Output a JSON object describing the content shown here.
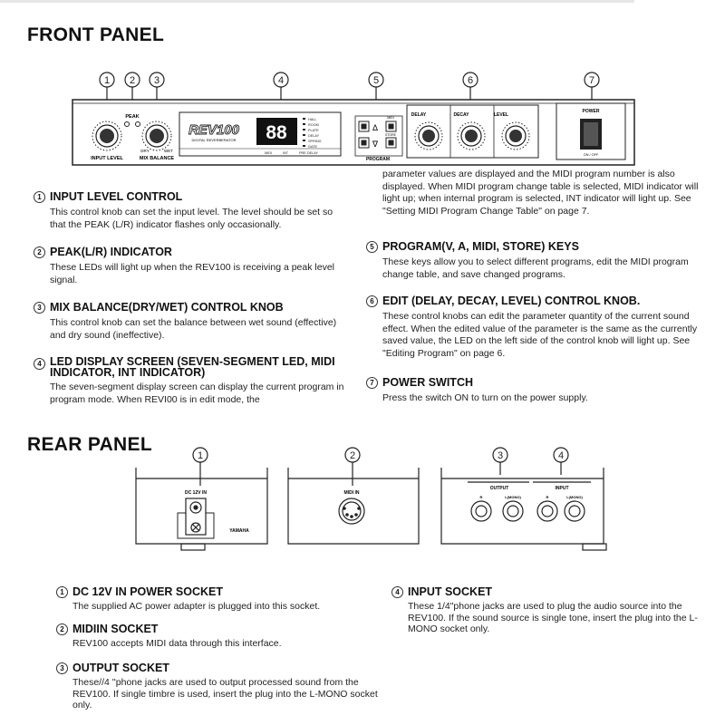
{
  "front": {
    "title": "FRONT PANEL",
    "callouts": [
      "1",
      "2",
      "3",
      "4",
      "5",
      "6",
      "7"
    ],
    "device": {
      "brand": "REV100",
      "subtitle": "DIGITAL REVERBERATOR",
      "peak_label": "PEAK",
      "input_level_label": "INPUT LEVEL",
      "mix_balance_label": "MIX BALANCE",
      "mix_min": "DRY",
      "mix_max": "WET",
      "display_value": "88",
      "mode_list": [
        "HALL",
        "ROOM",
        "PLATE",
        "DELAY",
        "SPRING",
        "GATE"
      ],
      "display_footer": [
        "MIDI",
        "INT",
        "PRE DELAY"
      ],
      "program_label": "PROGRAM",
      "key_labels": [
        "MIDI",
        "STORE"
      ],
      "delay_label": "DELAY",
      "decay_label": "DECAY",
      "level_label": "LEVEL",
      "power_label": "POWER",
      "power_state": "ON / OFF"
    },
    "items": [
      {
        "num": "1",
        "head": "INPUT LEVEL CONTROL",
        "body": "This control knob can set the input level. The level should be set so that the PEAK (L/R) indicator flashes only occasionally."
      },
      {
        "num": "2",
        "head": "PEAK(L/R) INDICATOR",
        "body": "These LEDs will light up when the REV100 is receiving a peak level signal."
      },
      {
        "num": "3",
        "head": "MIX BALANCE(DRY/WET) CONTROL KNOB",
        "body": "This control knob can set the balance between wet sound (effective) and dry sound (ineffective)."
      },
      {
        "num": "4",
        "head": "LED DISPLAY SCREEN (SEVEN-SEGMENT LED, MIDI INDICATOR, INT INDICATOR)",
        "body": "The seven-segment display screen can display the current program in program mode. When REVI00 is in edit mode, the"
      },
      {
        "num": "",
        "head": "",
        "body": "parameter values are displayed and the MIDI program number is also displayed. When MIDI program change table is selected, MIDI indicator will light up; when internal program is selected, INT indicator will light up. See \"Setting MIDI Program Change Table\" on page 7."
      },
      {
        "num": "5",
        "head": "PROGRAM(V, A, MIDI, STORE) KEYS",
        "body": "These keys allow you to select different programs, edit the MIDI program change table, and save changed programs."
      },
      {
        "num": "6",
        "head": "EDIT (DELAY, DECAY, LEVEL) CONTROL KNOB.",
        "body": "These control knobs can edit the parameter quantity of the current sound effect. When the edited value of the parameter is the same as the currently saved value, the LED on the left side of the control knob will light up. See \"Editing Program\" on page 6."
      },
      {
        "num": "7",
        "head": "POWER SWITCH",
        "body": "Press the switch ON to turn on the power supply."
      }
    ]
  },
  "rear": {
    "title": "REAR PANEL",
    "callouts": [
      "1",
      "2",
      "3",
      "4"
    ],
    "labels": {
      "dc": "DC 12V IN",
      "midi": "MIDI IN",
      "output": "OUTPUT",
      "input": "INPUT",
      "r": "R",
      "lmono": "L(MONO)",
      "brand": "YAMAHA"
    },
    "items": [
      {
        "num": "1",
        "head": "DC 12V IN POWER SOCKET",
        "body": "The supplied AC power adapter is plugged into this socket."
      },
      {
        "num": "2",
        "head": "MIDIIN SOCKET",
        "body": "REV100 accepts MIDI data through this interface."
      },
      {
        "num": "3",
        "head": "OUTPUT SOCKET",
        "body": "These//4 ''phone jacks are used to output processed sound from the REV100. If single timbre is used, insert the plug into the L-MONO socket only."
      },
      {
        "num": "4",
        "head": "INPUT SOCKET",
        "body": "These 1/4\"phone jacks are used to plug the audio source into the REV100. If the sound source is single tone, insert the plug into the L-MONO socket only."
      }
    ]
  }
}
